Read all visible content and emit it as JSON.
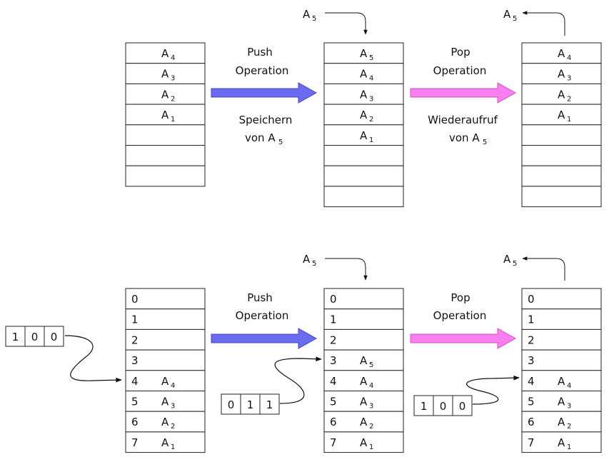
{
  "colors": {
    "push_arrow": "#6b6bf0",
    "push_arrow_edge": "#4545c8",
    "pop_arrow": "#f77ff0",
    "pop_arrow_edge": "#d453c8",
    "stroke": "#222222"
  },
  "top": {
    "stacks": [
      {
        "cells": [
          {
            "l": "A",
            "s": "4"
          },
          {
            "l": "A",
            "s": "3"
          },
          {
            "l": "A",
            "s": "2"
          },
          {
            "l": "A",
            "s": "1"
          },
          {
            "l": "",
            "s": ""
          },
          {
            "l": "",
            "s": ""
          },
          {
            "l": "",
            "s": ""
          }
        ]
      },
      {
        "cells": [
          {
            "l": "A",
            "s": "5"
          },
          {
            "l": "A",
            "s": "4"
          },
          {
            "l": "A",
            "s": "3"
          },
          {
            "l": "A",
            "s": "2"
          },
          {
            "l": "A",
            "s": "1"
          },
          {
            "l": "",
            "s": ""
          },
          {
            "l": "",
            "s": ""
          },
          {
            "l": "",
            "s": ""
          }
        ]
      },
      {
        "cells": [
          {
            "l": "A",
            "s": "4"
          },
          {
            "l": "A",
            "s": "3"
          },
          {
            "l": "A",
            "s": "2"
          },
          {
            "l": "A",
            "s": "1"
          },
          {
            "l": "",
            "s": ""
          },
          {
            "l": "",
            "s": ""
          },
          {
            "l": "",
            "s": ""
          },
          {
            "l": "",
            "s": ""
          }
        ]
      }
    ],
    "push": {
      "line1": "Push",
      "line2": "Operation",
      "note1": "Speichern",
      "note2": "von A",
      "note_sub": "5"
    },
    "pop": {
      "line1": "Pop",
      "line2": "Operation",
      "note1": "Wiederaufruf",
      "note2": "von A",
      "note_sub": "5"
    },
    "element_in": {
      "l": "A",
      "s": "5"
    },
    "element_out": {
      "l": "A",
      "s": "5"
    }
  },
  "bottom": {
    "stacks": [
      {
        "cells": [
          {
            "i": "0",
            "l": "",
            "s": ""
          },
          {
            "i": "1",
            "l": "",
            "s": ""
          },
          {
            "i": "2",
            "l": "",
            "s": ""
          },
          {
            "i": "3",
            "l": "",
            "s": ""
          },
          {
            "i": "4",
            "l": "A",
            "s": "4"
          },
          {
            "i": "5",
            "l": "A",
            "s": "3"
          },
          {
            "i": "6",
            "l": "A",
            "s": "2"
          },
          {
            "i": "7",
            "l": "A",
            "s": "1"
          }
        ]
      },
      {
        "cells": [
          {
            "i": "0",
            "l": "",
            "s": ""
          },
          {
            "i": "1",
            "l": "",
            "s": ""
          },
          {
            "i": "2",
            "l": "",
            "s": ""
          },
          {
            "i": "3",
            "l": "A",
            "s": "5"
          },
          {
            "i": "4",
            "l": "A",
            "s": "4"
          },
          {
            "i": "5",
            "l": "A",
            "s": "3"
          },
          {
            "i": "6",
            "l": "A",
            "s": "2"
          },
          {
            "i": "7",
            "l": "A",
            "s": "1"
          }
        ]
      },
      {
        "cells": [
          {
            "i": "0",
            "l": "",
            "s": ""
          },
          {
            "i": "1",
            "l": "",
            "s": ""
          },
          {
            "i": "2",
            "l": "",
            "s": ""
          },
          {
            "i": "3",
            "l": "",
            "s": ""
          },
          {
            "i": "4",
            "l": "A",
            "s": "4"
          },
          {
            "i": "5",
            "l": "A",
            "s": "3"
          },
          {
            "i": "6",
            "l": "A",
            "s": "2"
          },
          {
            "i": "7",
            "l": "A",
            "s": "1"
          }
        ]
      }
    ],
    "pointers": [
      {
        "bits": [
          "1",
          "0",
          "0"
        ]
      },
      {
        "bits": [
          "0",
          "1",
          "1"
        ]
      },
      {
        "bits": [
          "1",
          "0",
          "0"
        ]
      }
    ],
    "push": {
      "line1": "Push",
      "line2": "Operation"
    },
    "pop": {
      "line1": "Pop",
      "line2": "Operation"
    },
    "element_in": {
      "l": "A",
      "s": "5"
    },
    "element_out": {
      "l": "A",
      "s": "5"
    }
  }
}
